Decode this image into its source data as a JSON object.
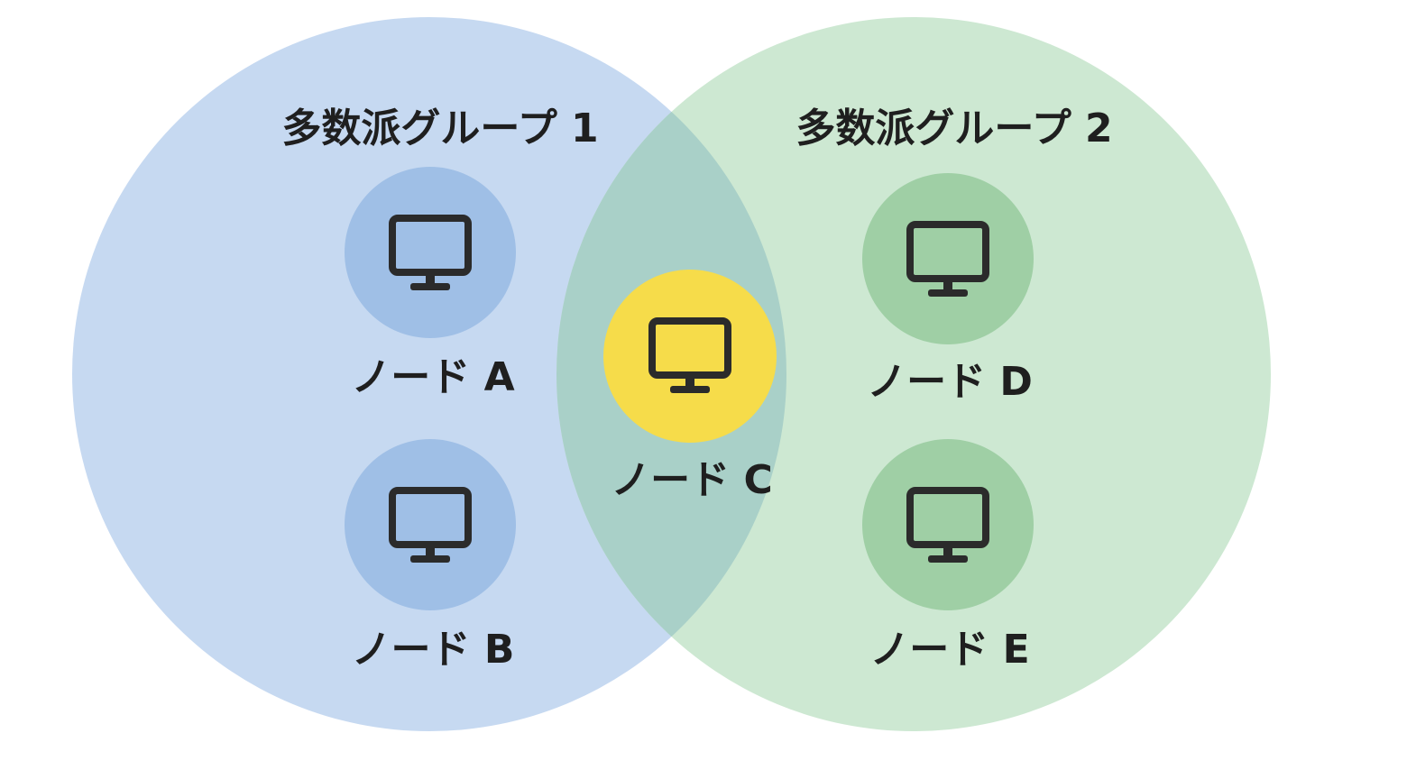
{
  "colors": {
    "background": "#ffffff",
    "group1_fill": "#c6d9f1",
    "group2_fill": "#cde8d2",
    "overlap_fill": "#a9d0c8",
    "group1_node": "#9fbfe6",
    "group2_node": "#9fcfa5",
    "shared_node": "#f6dc4a",
    "text": "#1f1f1f",
    "icon": "#2b2b2b"
  },
  "groups": [
    {
      "id": "group1",
      "title": "多数派グループ 1"
    },
    {
      "id": "group2",
      "title": "多数派グループ 2"
    }
  ],
  "nodes": [
    {
      "id": "A",
      "label": "ノード A",
      "group": "group1",
      "icon": "monitor-icon"
    },
    {
      "id": "B",
      "label": "ノード B",
      "group": "group1",
      "icon": "monitor-icon"
    },
    {
      "id": "C",
      "label": "ノード C",
      "group": "shared",
      "icon": "monitor-icon"
    },
    {
      "id": "D",
      "label": "ノード D",
      "group": "group2",
      "icon": "monitor-icon"
    },
    {
      "id": "E",
      "label": "ノード E",
      "group": "group2",
      "icon": "monitor-icon"
    }
  ]
}
